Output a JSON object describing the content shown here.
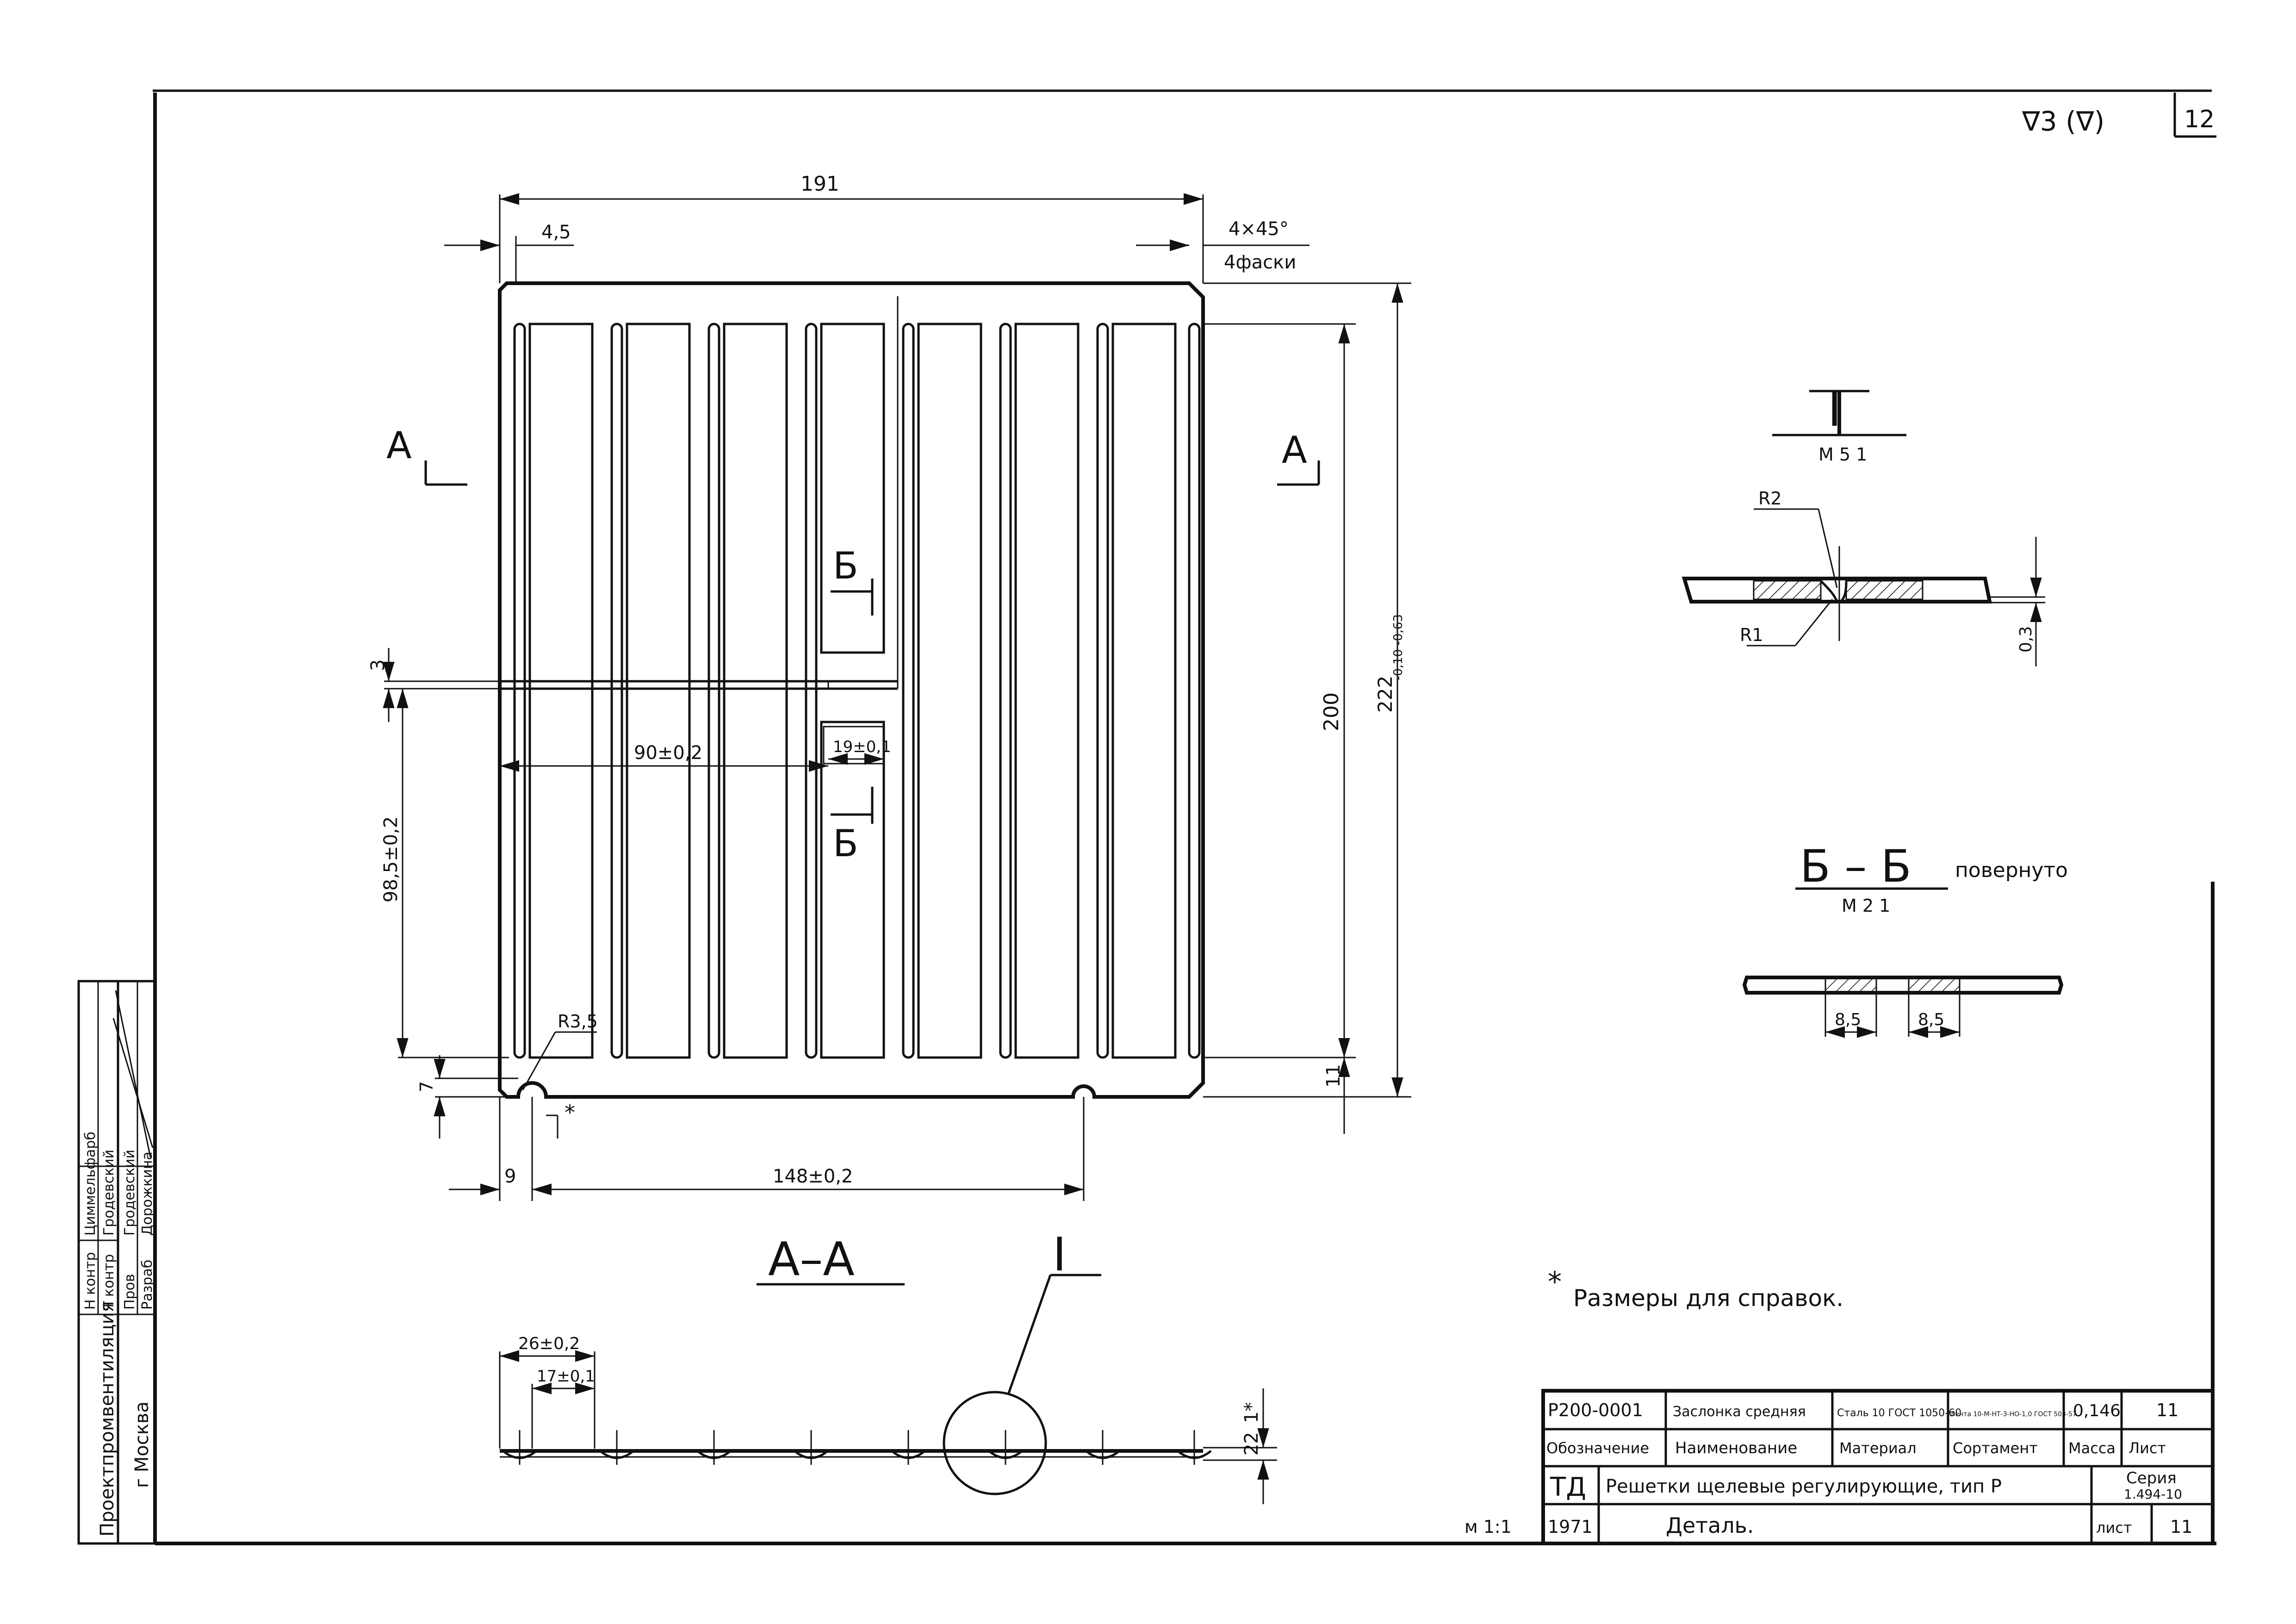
{
  "sheet": {
    "corner_number": "12",
    "surface_mark": "∇3 (∇)",
    "scale": "м 1:1"
  },
  "plan": {
    "dims": {
      "overall_width": "191",
      "left_offset": "4,5",
      "chamfer_size": "4×45°",
      "chamfer_count": "4фаски",
      "slot_height": "200",
      "total_height": "222",
      "total_height_tol": "-0,10 -0,63",
      "bottom_gap": "11",
      "gap_3": "3",
      "height_98": "98,5±0,2",
      "width_90": "90±0,2",
      "width_19": "19±0,1",
      "radius": "R3,5",
      "notch_7": "7",
      "notch_star": "*",
      "notch_9": "9",
      "notch_spacing": "148±0,2"
    },
    "section_marks": {
      "a_left": "A",
      "a_right": "A",
      "b_top": "Б",
      "b_bottom": "Б"
    }
  },
  "section_aa": {
    "title": "A–A",
    "callout": "I",
    "dims": {
      "d26": "26±0,2",
      "d17": "17±0,1",
      "d22": "22",
      "d1": "1*"
    }
  },
  "detail_i": {
    "title": "I",
    "scale": "М 5 1",
    "r2": "R2",
    "r1": "R1",
    "thickness": "0,3"
  },
  "section_bb": {
    "title": "Б – Б",
    "note": "повернуто",
    "scale": "М 2 1",
    "d1": "8,5",
    "d2": "8,5"
  },
  "footnote": {
    "star": "*",
    "text": "Размеры для справок."
  },
  "approval_block": {
    "org": "Проектпромвентиляция",
    "city": "г Москва",
    "roles": [
      "Н контр",
      "Т контр",
      "Пров",
      "Разраб"
    ],
    "names": [
      "Циммельфарб",
      "Гродевский",
      "Гродевский",
      "Дорожкина"
    ]
  },
  "title_block": {
    "part_code": "Р200-0001",
    "part_name": "Заслонка средняя",
    "material": "Сталь 10 ГОСТ 1050-60",
    "stock": "Лента 10-М-НТ-3-НО-1,0 ГОСТ 503-57",
    "mass": "0,146",
    "sheet_ref": "11",
    "hdr_designation": "Обозначение",
    "hdr_name": "Наименование",
    "hdr_material": "Материал",
    "hdr_stock": "Сортамент",
    "hdr_mass": "Масса",
    "hdr_sheet": "Лист",
    "td": "ТД",
    "product": "Решетки щелевые регулирующие, тип Р",
    "series_label": "Серия",
    "series": "1.494-10",
    "year": "1971",
    "doc_type": "Деталь.",
    "sheet_label": "лист",
    "sheet_no": "11"
  }
}
